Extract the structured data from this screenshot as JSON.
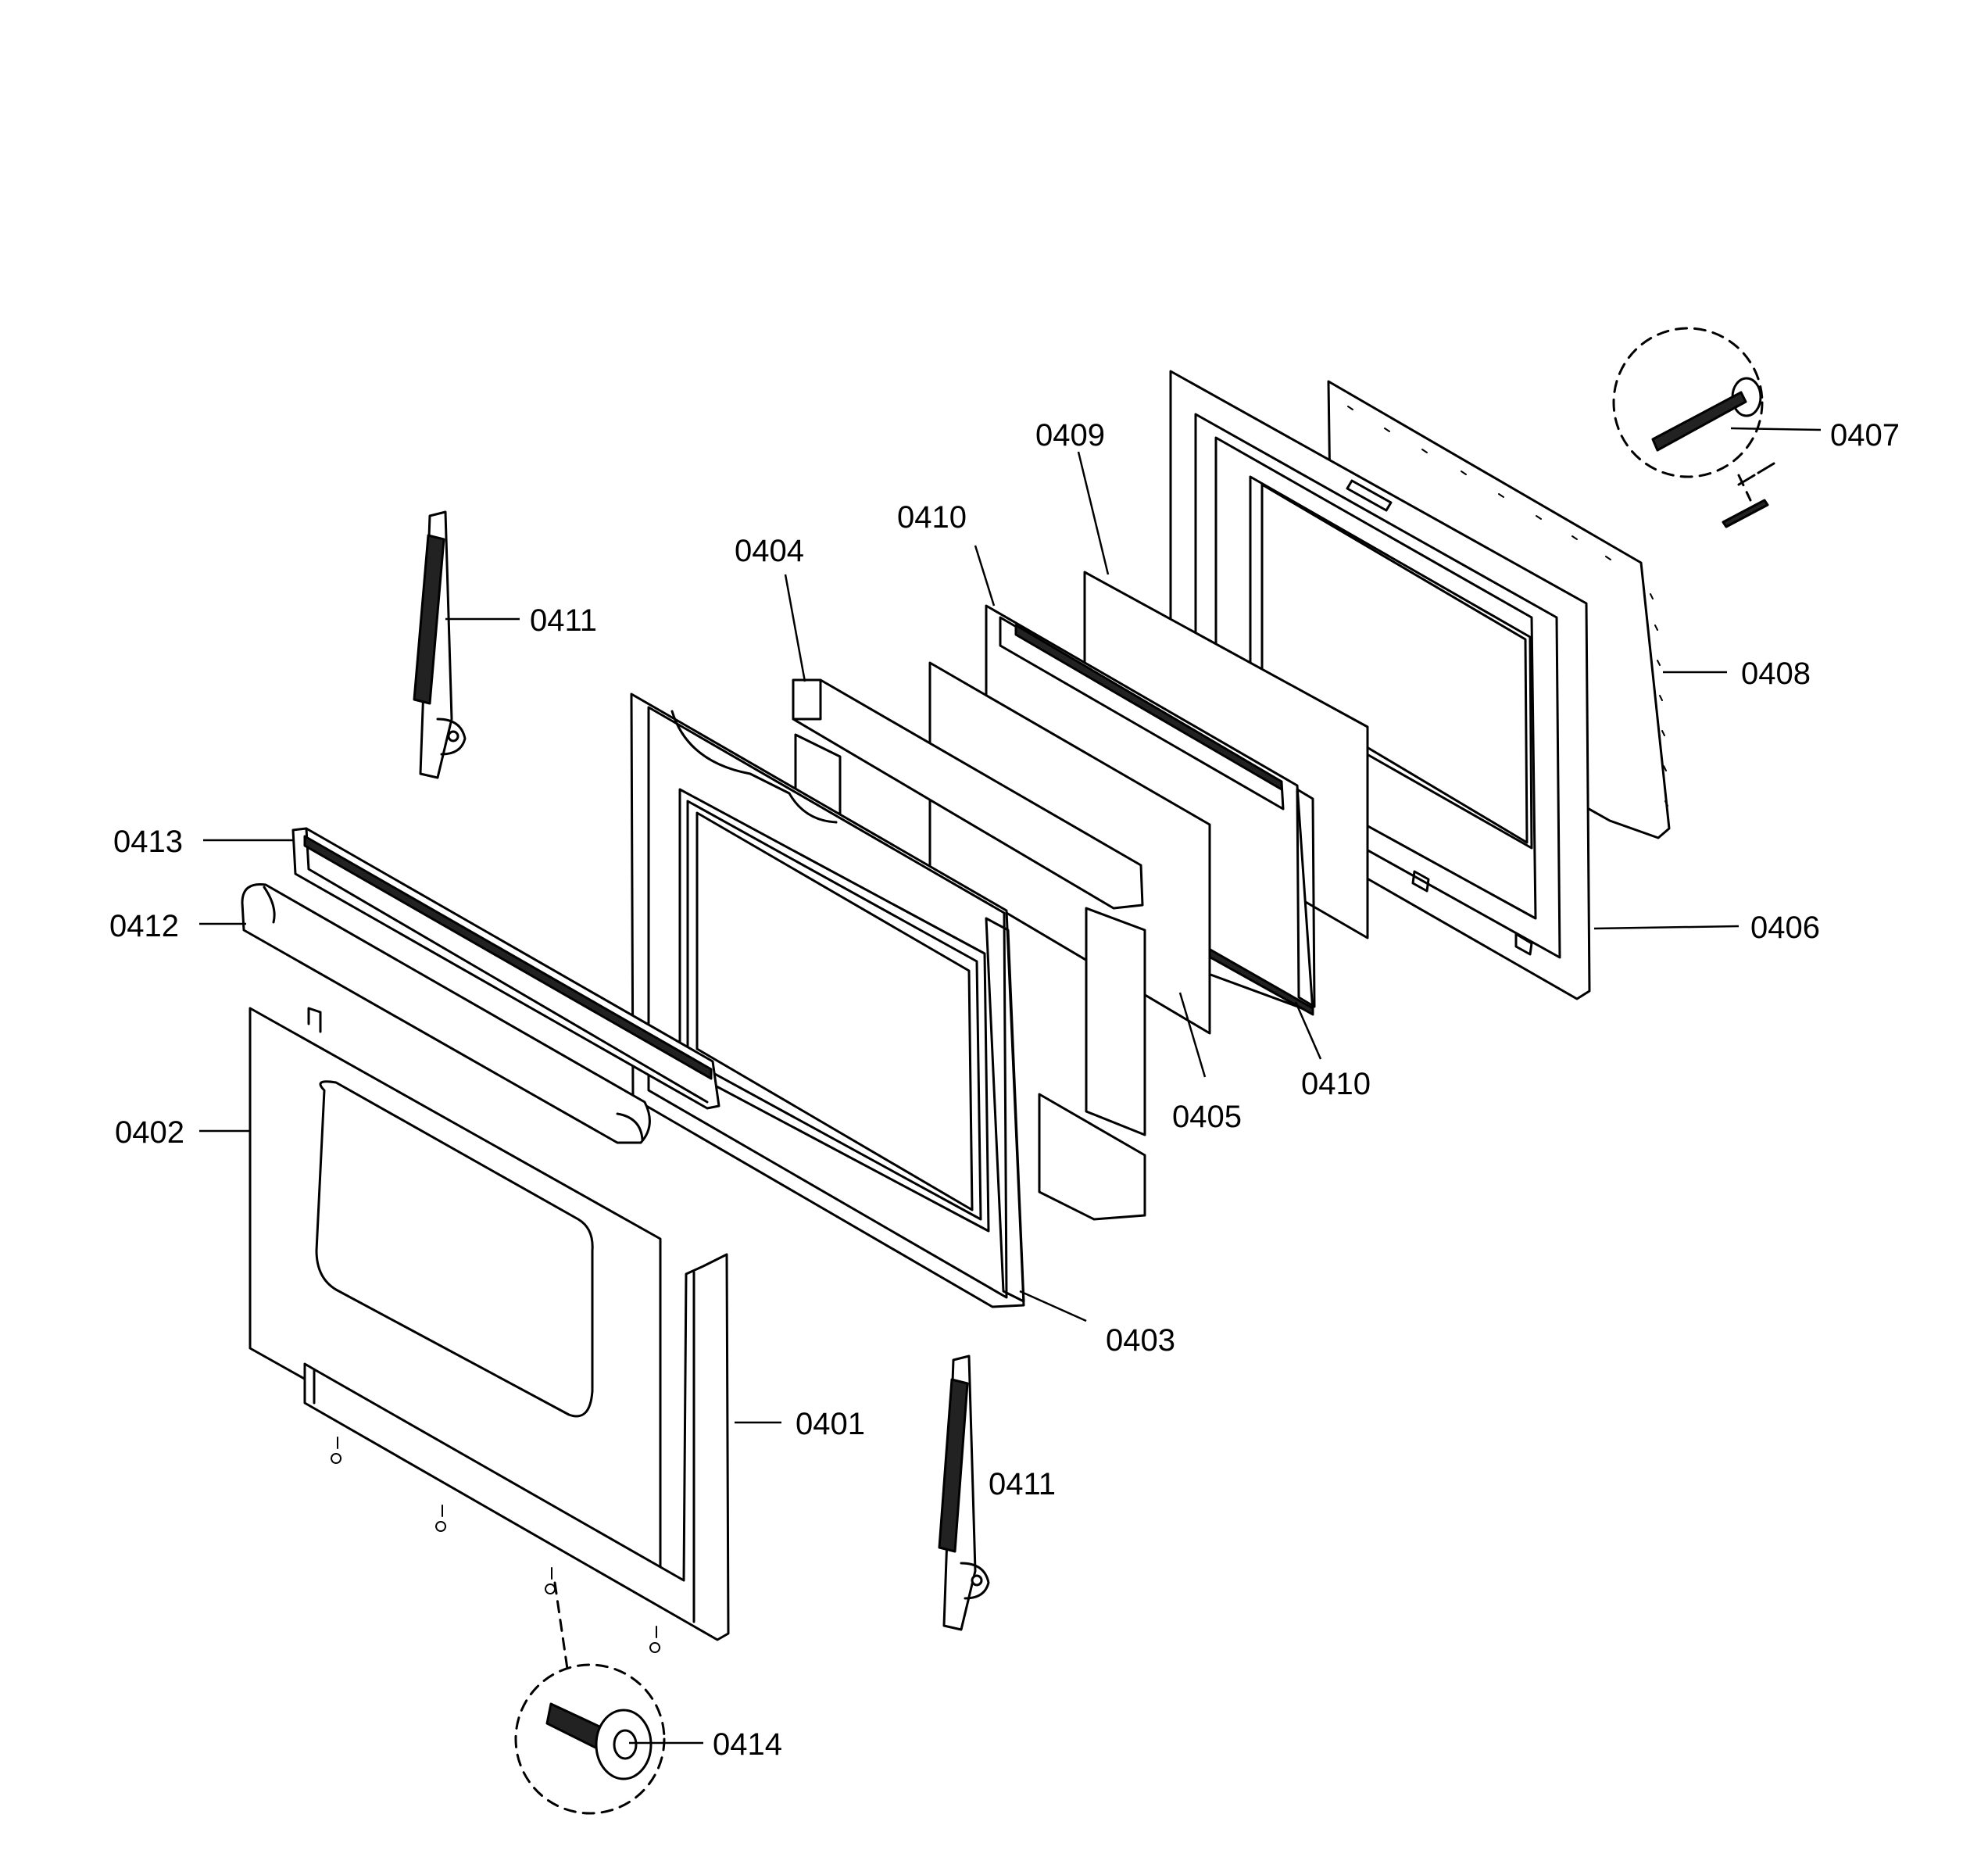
{
  "callouts": {
    "c0401": "0401",
    "c0402": "0402",
    "c0403": "0403",
    "c0404": "0404",
    "c0405": "0405",
    "c0406": "0406",
    "c0407": "0407",
    "c0408": "0408",
    "c0409": "0409",
    "c0410a": "0410",
    "c0410b": "0410",
    "c0411a": "0411",
    "c0411b": "0411",
    "c0412": "0412",
    "c0413": "0413",
    "c0414": "0414"
  }
}
